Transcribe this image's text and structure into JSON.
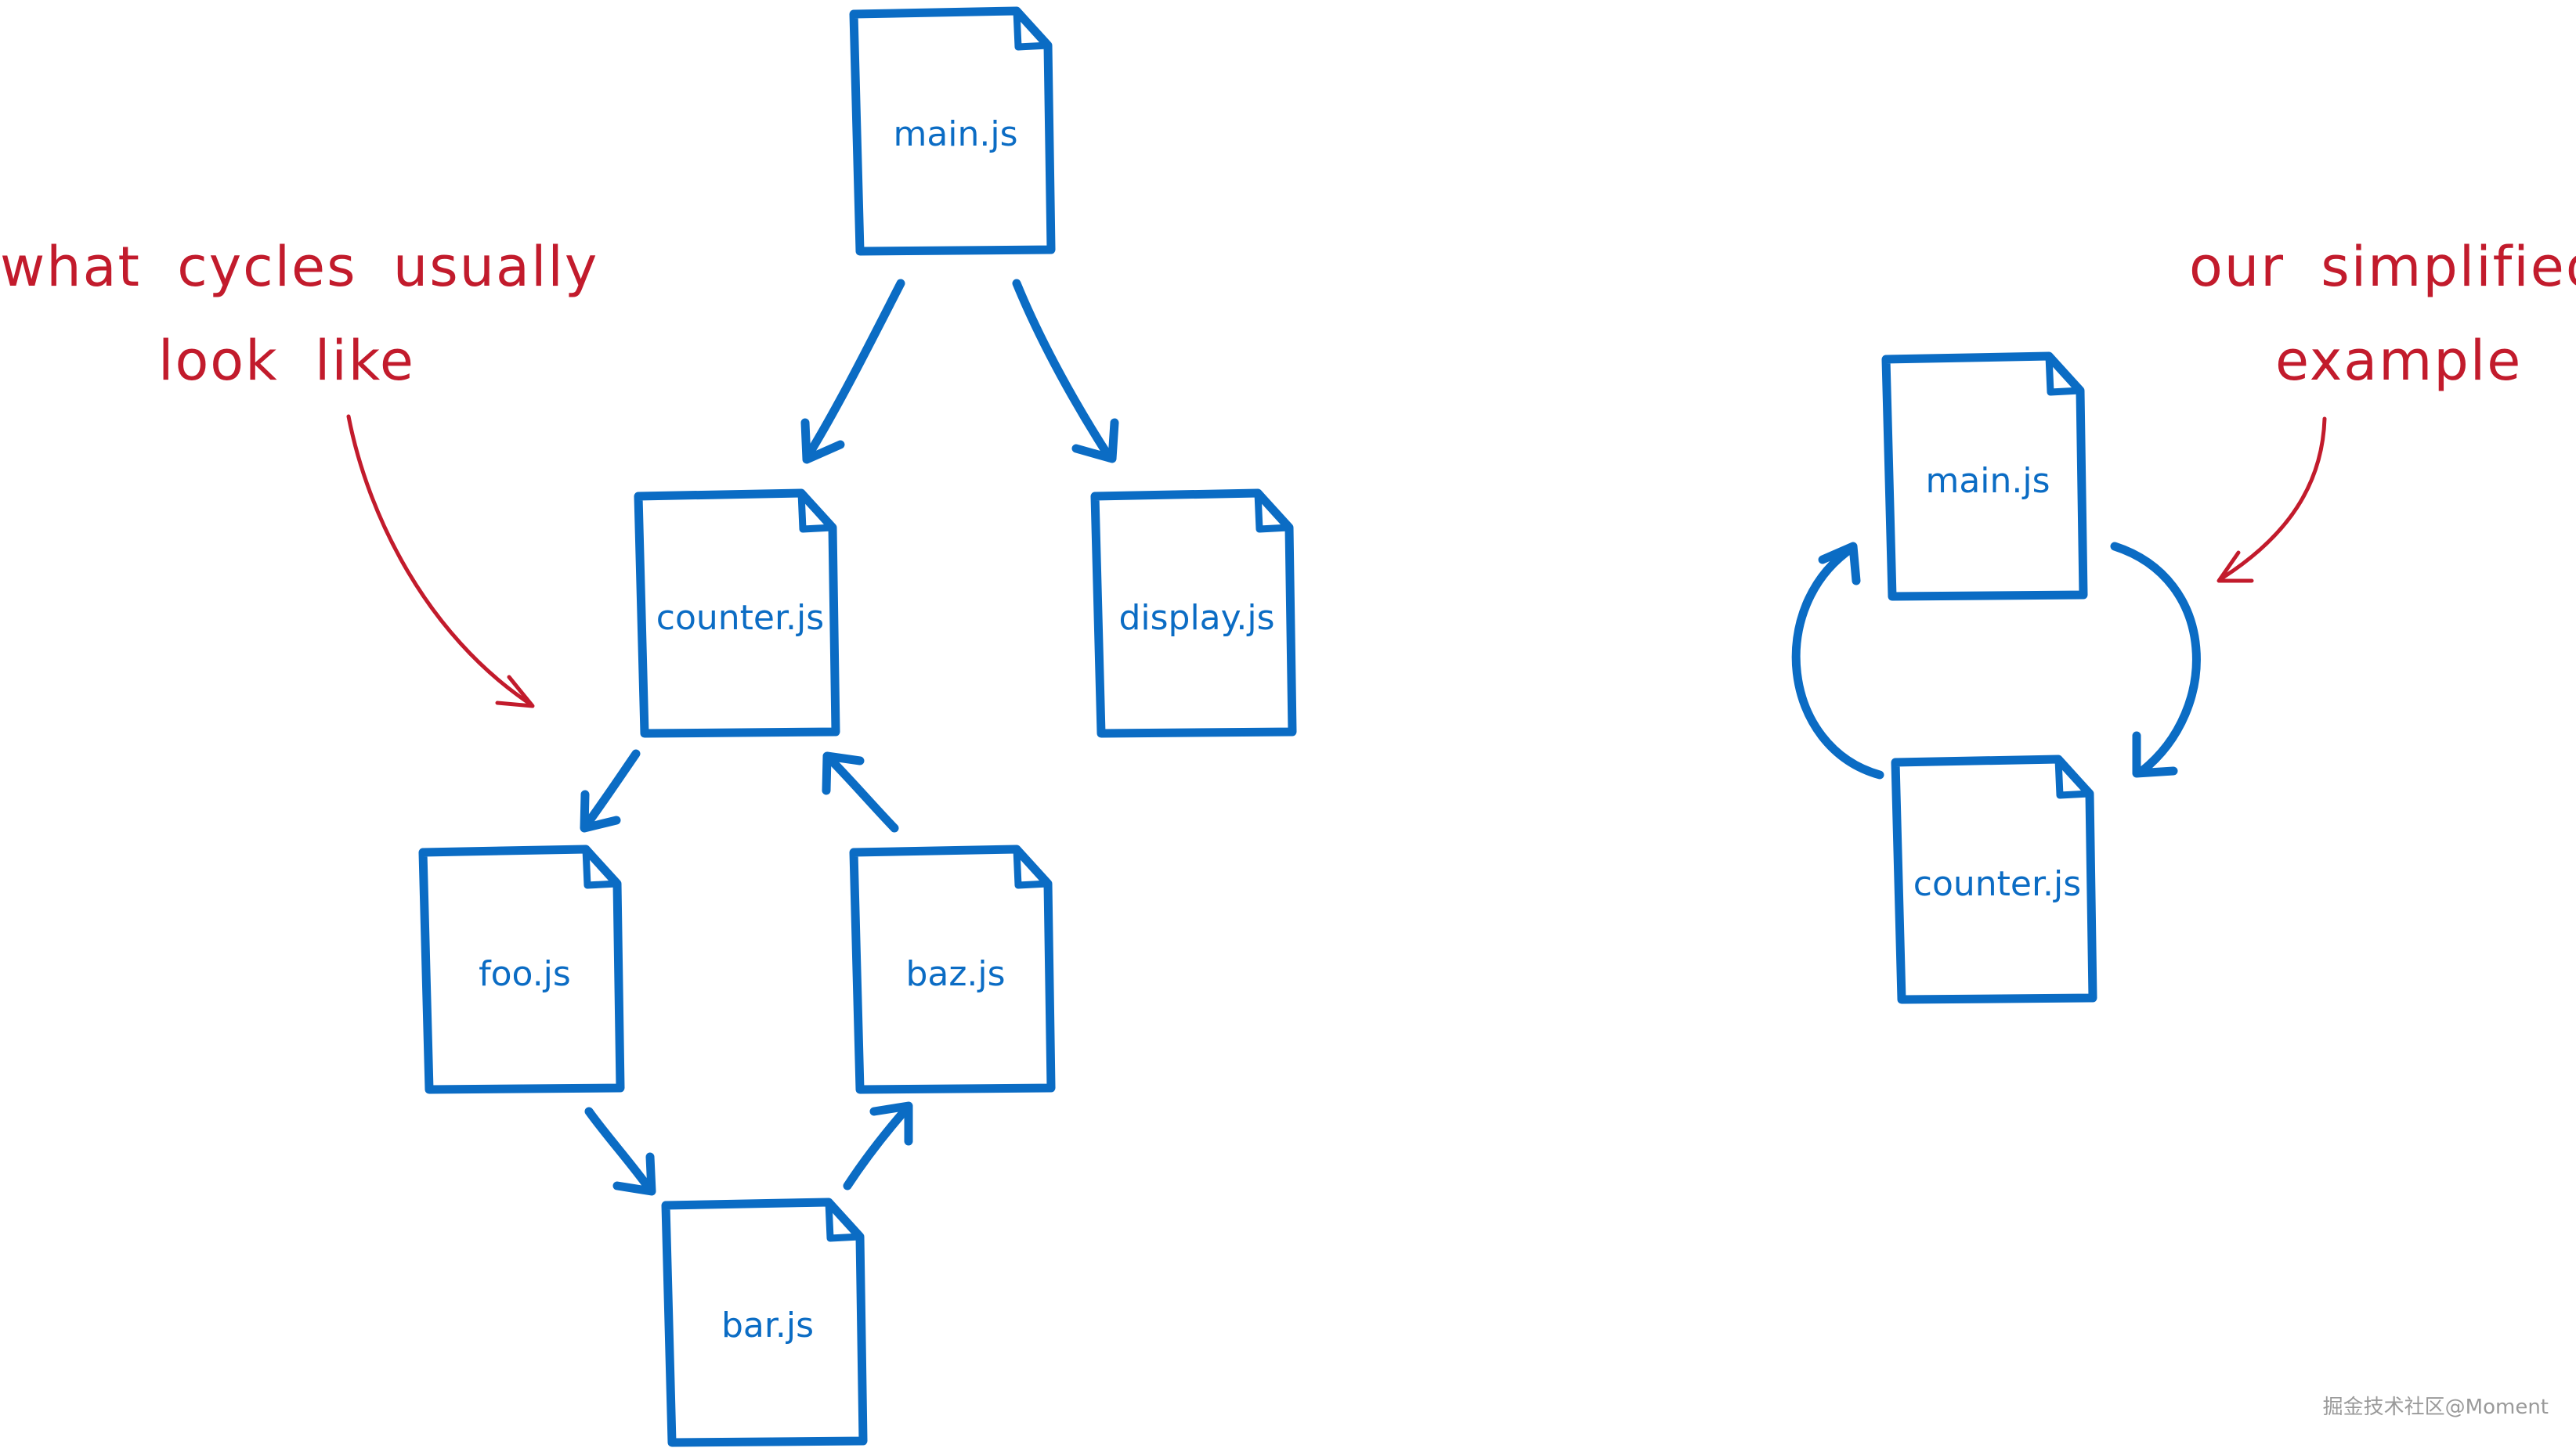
{
  "files": {
    "left_main": "main.js",
    "left_counter": "counter.js",
    "left_display": "display.js",
    "left_foo": "foo.js",
    "left_baz": "baz.js",
    "left_bar": "bar.js",
    "right_main": "main.js",
    "right_counter": "counter.js"
  },
  "annotations": {
    "left_line1": "what cycles usually",
    "left_line2": "look like",
    "right_line1": "our simplified",
    "right_line2": "example"
  },
  "watermark": "掘金技术社区@Moment",
  "colors": {
    "file_blue": "#0b6cc4",
    "annotation_red": "#c21b2c"
  },
  "icons": [
    "file-icon",
    "arrow-icon"
  ]
}
